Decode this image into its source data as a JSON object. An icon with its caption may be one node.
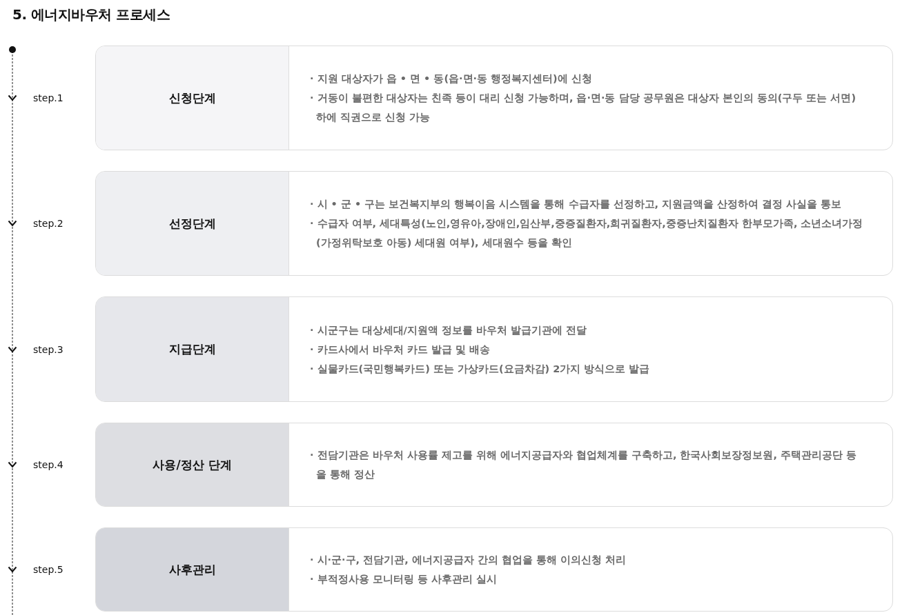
{
  "diagram": {
    "title": "5. 에너지바우처 프로세스",
    "nodes": [
      {
        "text": [
          "신청단계",
          "· 지원 대상자가 읍 • 면 • 동(읍·면·동 행정복지센터)에 신청",
          "· 거동이 불편한 대상자는 친족 등이 대리 신청 가능하며, 읍·면·동 담당 공무원은 대상자 본인의 동의(구두 또는 서면) 하에 직권으로 신청 가능"
        ],
        "beside": [
          "step.1"
        ]
      },
      {
        "text": [
          "선정단계",
          "· 시 • 군 • 구는 보건복지부의 행복이음 시스템을 통해 수급자를 선정하고, 지원금액을 산정하여 결정 사실을 통보",
          "· 수급자 여부, 세대특성(노인,영유아,장애인,임산부,중증질환자,희귀질환자,중증난치질환자 한부모가족, 소년소녀가정(가정위탁보호 아동) 세대원 여부), 세대원수 등을 확인"
        ],
        "beside": [
          "step.2"
        ]
      },
      {
        "text": [
          "지급단계",
          "· 시군구는 대상세대/지원액 정보를 바우처 발급기관에 전달",
          "· 카드사에서 바우처 카드 발급 및 배송",
          "· 실물카드(국민행복카드) 또는 가상카드(요금차감) 2가지 방식으로 발급"
        ],
        "beside": [
          "step.3"
        ]
      },
      {
        "text": [
          "사용/정산 단계",
          "· 전담기관은 바우처 사용률 제고를 위해 에너지공급자와 협업체계를 구축하고, 한국사회보장정보원, 주택관리공단 등을 통해 정산"
        ],
        "beside": [
          "step.4"
        ]
      },
      {
        "text": [
          "사후관리",
          "· 시·군·구, 전담기관, 에너지공급자 간의 협업을 통해 이의신청 처리",
          "· 부적정사용 모니터링 등 사후관리 실시"
        ],
        "beside": [
          "step.5"
        ]
      }
    ]
  }
}
